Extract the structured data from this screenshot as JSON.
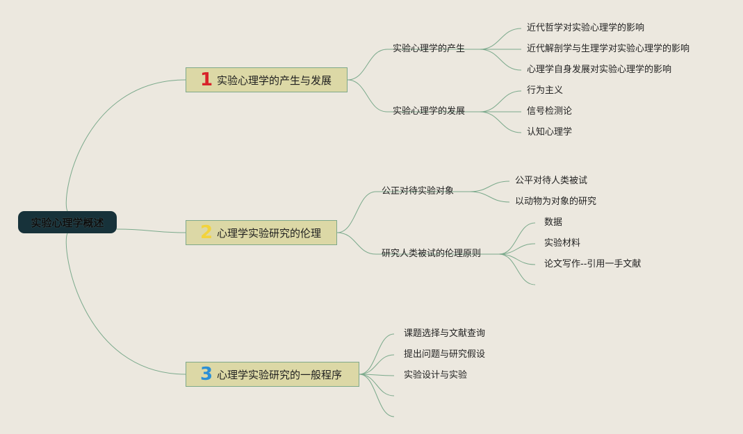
{
  "root": {
    "label": "实验心理学概述"
  },
  "branches": [
    {
      "number": "1",
      "number_color": "#d8232a",
      "label": "实验心理学的产生与发展",
      "subtopics": [
        {
          "label": "实验心理学的产生",
          "items": [
            "近代哲学对实验心理学的影响",
            "近代解剖学与生理学对实验心理学的影响",
            "心理学自身发展对实验心理学的影响"
          ]
        },
        {
          "label": "实验心理学的发展",
          "items": [
            "行为主义",
            "信号检测论",
            "认知心理学"
          ]
        }
      ]
    },
    {
      "number": "2",
      "number_color": "#f2d33c",
      "label": "心理学实验研究的伦理",
      "subtopics": [
        {
          "label": "公正对待实验对象",
          "items": [
            "公平对待人类被试",
            "以动物为对象的研究"
          ]
        },
        {
          "label": "研究人类被试的伦理原则",
          "items": [
            "数据",
            "实验材料",
            "论文写作--引用一手文献"
          ]
        }
      ]
    },
    {
      "number": "3",
      "number_color": "#2b8fd6",
      "label": "心理学实验研究的一般程序",
      "items": [
        "课题选择与文献查询",
        "提出问题与研究假设",
        "实验设计与实验"
      ]
    }
  ],
  "colors": {
    "background": "#ece8df",
    "line": "#7aa98b",
    "branch_fill": "#dcd8a6",
    "root_fill": "#17323a"
  }
}
